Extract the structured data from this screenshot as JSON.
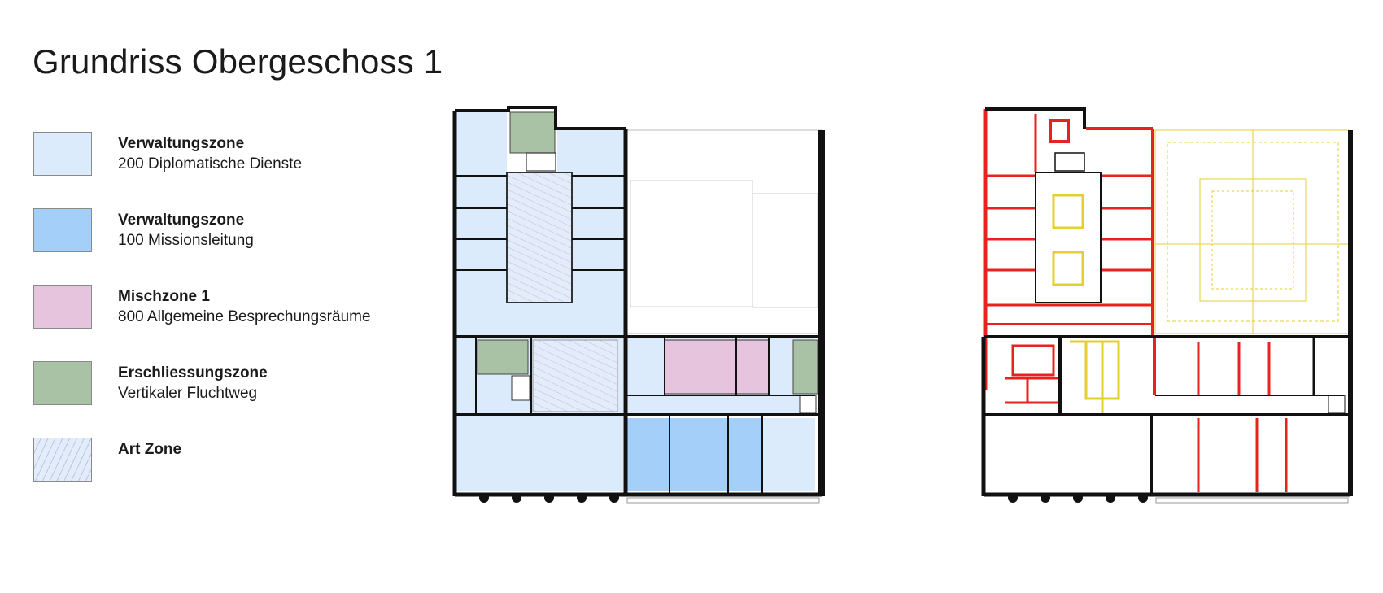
{
  "title": "Grundriss Obergeschoss 1",
  "colors": {
    "verwaltung_200": "#dcebfb",
    "verwaltung_100": "#a3cff9",
    "mischzone": "#e6c4dd",
    "erschliessung": "#a9c2a6",
    "art_zone": "#e4ecfa",
    "wall": "#111111",
    "demolition": "#e8231f",
    "new_build": "#e3cf2d"
  },
  "legend": [
    {
      "name": "Verwaltungszone",
      "desc": "200 Diplomatische Dienste",
      "color": "#dcebfb",
      "pattern": "solid"
    },
    {
      "name": "Verwaltungszone",
      "desc": "100 Missionsleitung",
      "color": "#a3cff9",
      "pattern": "solid"
    },
    {
      "name": "Mischzone 1",
      "desc": "800 Allgemeine Besprechungsräume",
      "color": "#e6c4dd",
      "pattern": "solid"
    },
    {
      "name": "Erschliessungszone",
      "desc": "Vertikaler Fluchtweg",
      "color": "#a9c2a6",
      "pattern": "solid"
    },
    {
      "name": "Art Zone",
      "desc": "",
      "color": "#e4ecfa",
      "pattern": "hatch"
    }
  ]
}
